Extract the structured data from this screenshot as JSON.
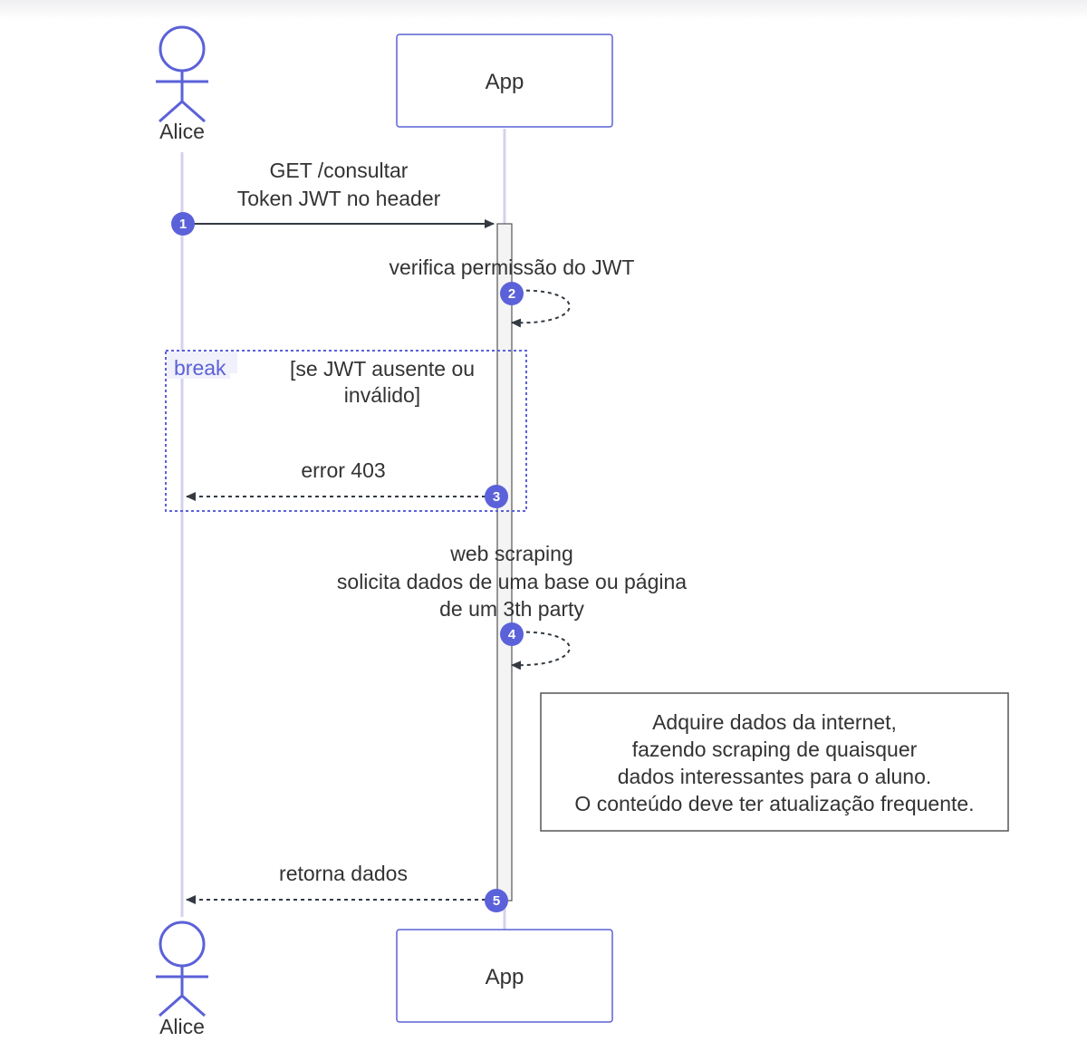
{
  "colors": {
    "accent": "#5b61d8",
    "lifeline": "#d4d2ec",
    "arrow": "#333a41",
    "text": "#333333",
    "note_border": "#555555",
    "activation_fill": "#f4f4f4"
  },
  "participants": {
    "actor": {
      "name": "Alice",
      "icon": "stick-figure-icon"
    },
    "app": {
      "name": "App"
    }
  },
  "messages": [
    {
      "number": "1",
      "lines": [
        "GET /consultar",
        "Token JWT no header"
      ],
      "direction": "Alice -> App",
      "style": "solid"
    },
    {
      "number": "2",
      "lines": [
        "verifica permissão do JWT"
      ],
      "direction": "App -> App",
      "style": "dashed"
    },
    {
      "number": "3",
      "lines": [
        "error 403"
      ],
      "direction": "App -> Alice",
      "style": "dashed"
    },
    {
      "number": "4",
      "lines": [
        "web scraping",
        "solicita dados de uma base ou página",
        "de um 3th party"
      ],
      "direction": "App -> App",
      "style": "dashed"
    },
    {
      "number": "5",
      "lines": [
        "retorna dados"
      ],
      "direction": "App -> Alice",
      "style": "dashed"
    }
  ],
  "fragment": {
    "keyword": "break",
    "condition_lines": [
      "[se JWT ausente ou",
      "inválido]"
    ]
  },
  "note": {
    "lines": [
      "Adquire dados da internet,",
      "fazendo scraping de quaisquer",
      "dados interessantes para o aluno.",
      "O conteúdo deve ter atualização frequente."
    ]
  }
}
